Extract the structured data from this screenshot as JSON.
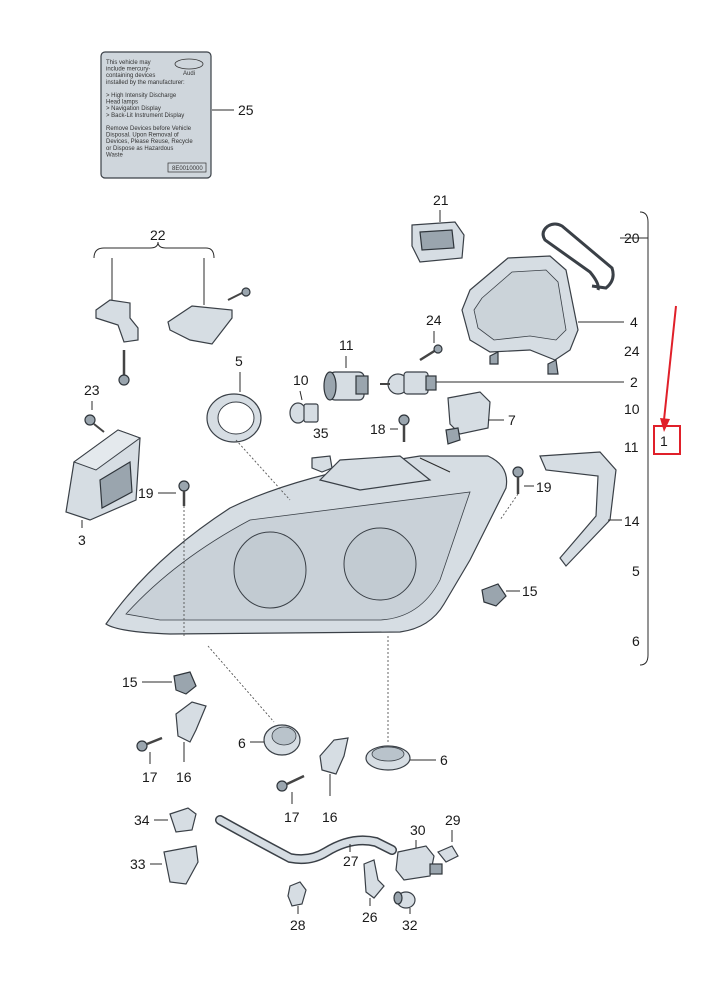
{
  "sticker": {
    "brand": "Audi",
    "lines": [
      "This vehicle may",
      "include mercury-",
      "containing devices",
      "installed by the manufacturer:",
      "",
      "> High Intensity Discharge",
      "  Head lamps",
      "> Navigation Display",
      "> Back-Lit Instrument Display",
      "",
      "Remove Devices before Vehicle",
      "Disposal. Upon Removal of",
      "Devices, Please Reuse, Recycle",
      "or Dispose as Hazardous",
      "Waste"
    ],
    "code": "8E0010000"
  },
  "callouts": {
    "n25": "25",
    "n22": "22",
    "n21": "21",
    "n20": "20",
    "n4": "4",
    "n24a": "24",
    "n24b": "24",
    "n2": "2",
    "n10a": "10",
    "n10b": "10",
    "n11a": "11",
    "n11b": "11",
    "n5a": "5",
    "n5b": "5",
    "n6r": "6",
    "n7": "7",
    "n18": "18",
    "n35": "35",
    "n23": "23",
    "n3": "3",
    "n19a": "19",
    "n19b": "19",
    "n14": "14",
    "n15a": "15",
    "n15b": "15",
    "n1": "1",
    "n6a": "6",
    "n6b": "6",
    "n16a": "16",
    "n16b": "16",
    "n17a": "17",
    "n17b": "17",
    "n34": "34",
    "n33": "33",
    "n27": "27",
    "n30": "30",
    "n29": "29",
    "n28": "28",
    "n26": "26",
    "n32": "32"
  },
  "highlight": {
    "color": "#e0202a",
    "label": "1"
  },
  "colors": {
    "part_fill": "#d6dde3",
    "outline": "#3a4047",
    "accent": "#e0202a"
  }
}
